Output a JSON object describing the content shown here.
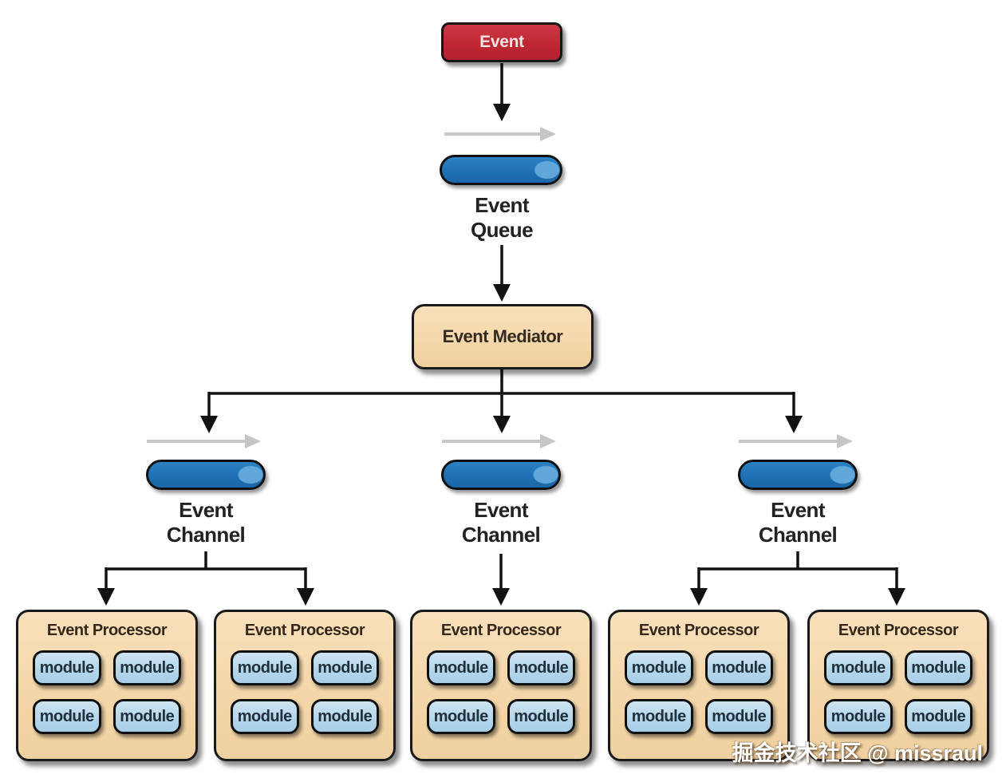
{
  "diagram": {
    "event": {
      "label": "Event"
    },
    "event_queue": {
      "label": "Event Queue"
    },
    "event_mediator": {
      "label": "Event Mediator"
    },
    "channels": [
      {
        "label": "Event Channel"
      },
      {
        "label": "Event Channel"
      },
      {
        "label": "Event Channel"
      }
    ],
    "processors": [
      {
        "title": "Event Processor",
        "modules": [
          "module",
          "module",
          "module",
          "module"
        ]
      },
      {
        "title": "Event Processor",
        "modules": [
          "module",
          "module",
          "module",
          "module"
        ]
      },
      {
        "title": "Event Processor",
        "modules": [
          "module",
          "module",
          "module",
          "module"
        ]
      },
      {
        "title": "Event Processor",
        "modules": [
          "module",
          "module",
          "module",
          "module"
        ]
      },
      {
        "title": "Event Processor",
        "modules": [
          "module",
          "module",
          "module",
          "module"
        ]
      }
    ],
    "watermark": "掘金技术社区 @ missraul",
    "colors": {
      "event_red": "#c02733",
      "cylinder_blue": "#1e6fb3",
      "cylinder_highlight": "#61a7da",
      "box_tan": "#f5d8ab",
      "module_blue": "#b5d7eb",
      "connector_black": "#121212",
      "connector_gray": "#c6c6c6",
      "background": "#ffffff"
    }
  }
}
